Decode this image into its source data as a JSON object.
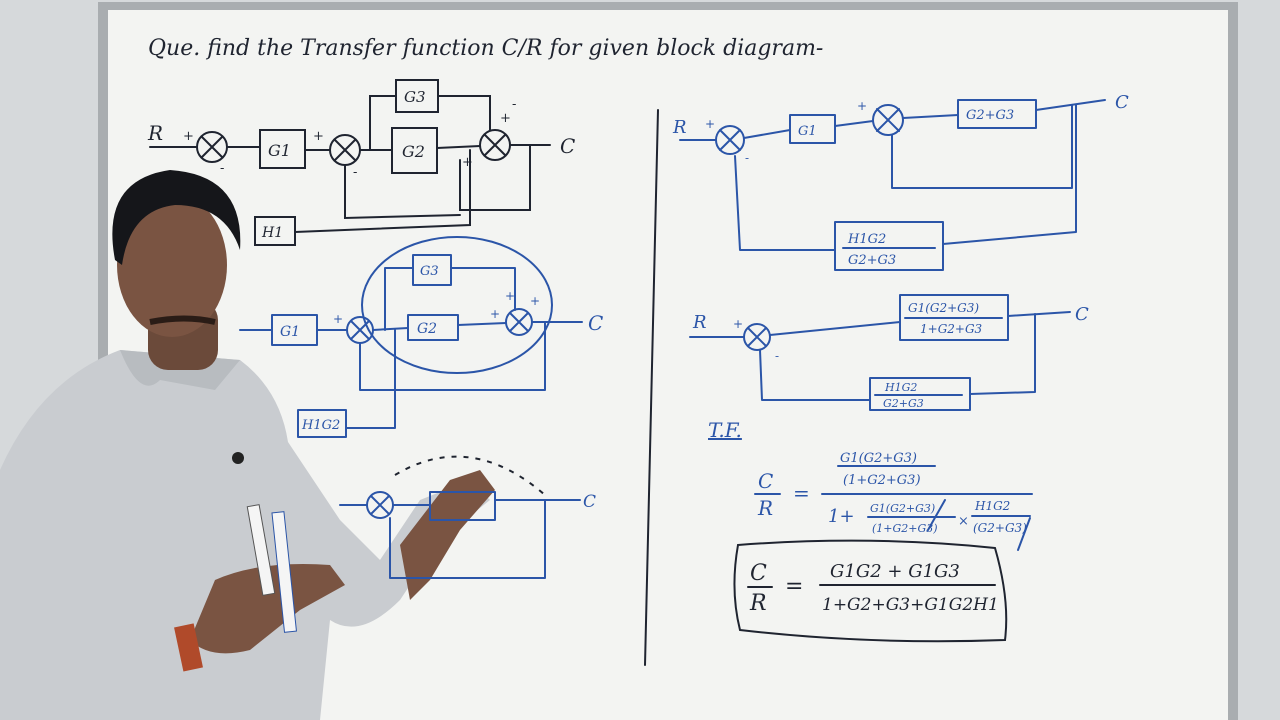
{
  "board": {
    "title": "Que. find the Transfer function C/R for given block diagram-",
    "divider_color": "#1f2430",
    "ink_color": "#2b55a8"
  },
  "diagram1": {
    "input": "R",
    "output": "C",
    "blocks": [
      "G1",
      "G2",
      "G3",
      "H1"
    ],
    "signs": [
      "+",
      "-",
      "+",
      "-",
      "+",
      "+",
      "-"
    ]
  },
  "diagram2": {
    "output": "C",
    "blocks": [
      "G1",
      "G2",
      "G3",
      "H1G2"
    ],
    "signs": [
      "+",
      "+",
      "+",
      "+"
    ]
  },
  "diagram3": {
    "output": "C"
  },
  "right1": {
    "input": "R",
    "output": "C",
    "blocks": [
      "G1",
      "G2+G3"
    ],
    "feedback_num": "H1G2",
    "feedback_den": "G2+G3",
    "signs": [
      "+",
      "-",
      "+"
    ]
  },
  "right2": {
    "input": "R",
    "output": "C",
    "forward_num": "G1(G2+G3)",
    "forward_den": "1+G2+G3",
    "feedback_num": "H1G2",
    "feedback_den": "G2+G3",
    "signs": [
      "+",
      "-"
    ]
  },
  "tf": {
    "label": "T.F.",
    "lhs_num": "C",
    "lhs_den": "R",
    "eq": "=",
    "num_top": "G1(G2+G3)",
    "num_bot": "(1+G2+G3)",
    "den_one": "1+",
    "den_a_top": "G1(G2+G3)",
    "den_a_bot": "(1+G2+G3)",
    "times": "×",
    "den_b_top": "H1G2",
    "den_b_bot": "(G2+G3)",
    "result_num": "G1G2 + G1G3",
    "result_den": "1+G2+G3+G1G2H1"
  }
}
